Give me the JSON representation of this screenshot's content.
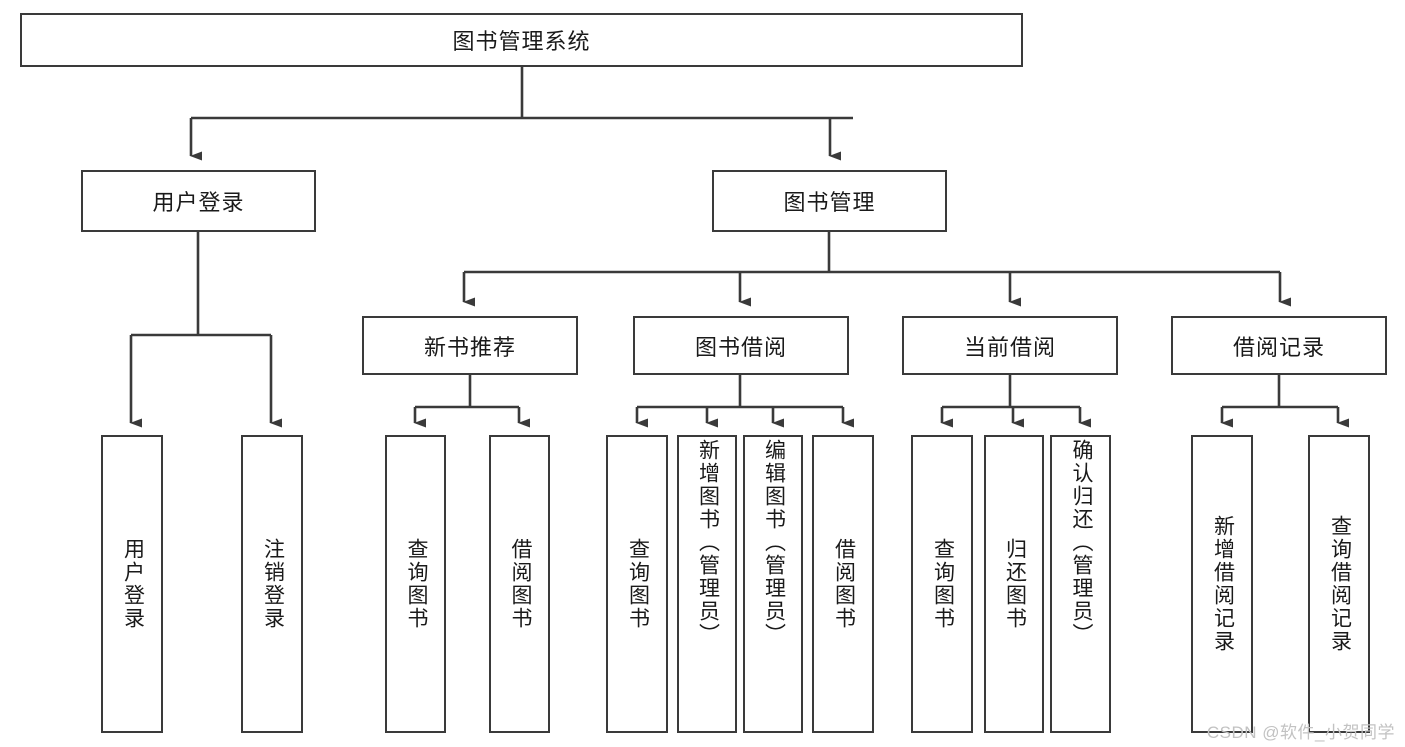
{
  "diagram": {
    "type": "tree",
    "title": "图书管理系统",
    "root": {
      "label": "图书管理系统"
    },
    "level2": [
      {
        "label": "用户登录"
      },
      {
        "label": "图书管理"
      }
    ],
    "level3": [
      {
        "label": "新书推荐"
      },
      {
        "label": "图书借阅"
      },
      {
        "label": "当前借阅"
      },
      {
        "label": "借阅记录"
      }
    ],
    "leaves": {
      "user_login": [
        {
          "label": "用户登录"
        },
        {
          "label": "注销登录"
        }
      ],
      "new_book_recommend": [
        {
          "label": "查询图书"
        },
        {
          "label": "借阅图书"
        }
      ],
      "book_borrow": [
        {
          "label": "查询图书"
        },
        {
          "label": "新增图书（管理员）"
        },
        {
          "label": "编辑图书（管理员）"
        },
        {
          "label": "借阅图书"
        }
      ],
      "current_borrow": [
        {
          "label": "查询图书"
        },
        {
          "label": "归还图书"
        },
        {
          "label": "确认归还（管理员）"
        }
      ],
      "borrow_records": [
        {
          "label": "新增借阅记录"
        },
        {
          "label": "查询借阅记录"
        }
      ]
    }
  },
  "watermark": {
    "text": "CSDN @软件_小贺同学"
  },
  "colors": {
    "border": "#3a3a3a",
    "text": "#1a1a1a",
    "background": "#ffffff",
    "watermark": "#c2c2c2"
  }
}
